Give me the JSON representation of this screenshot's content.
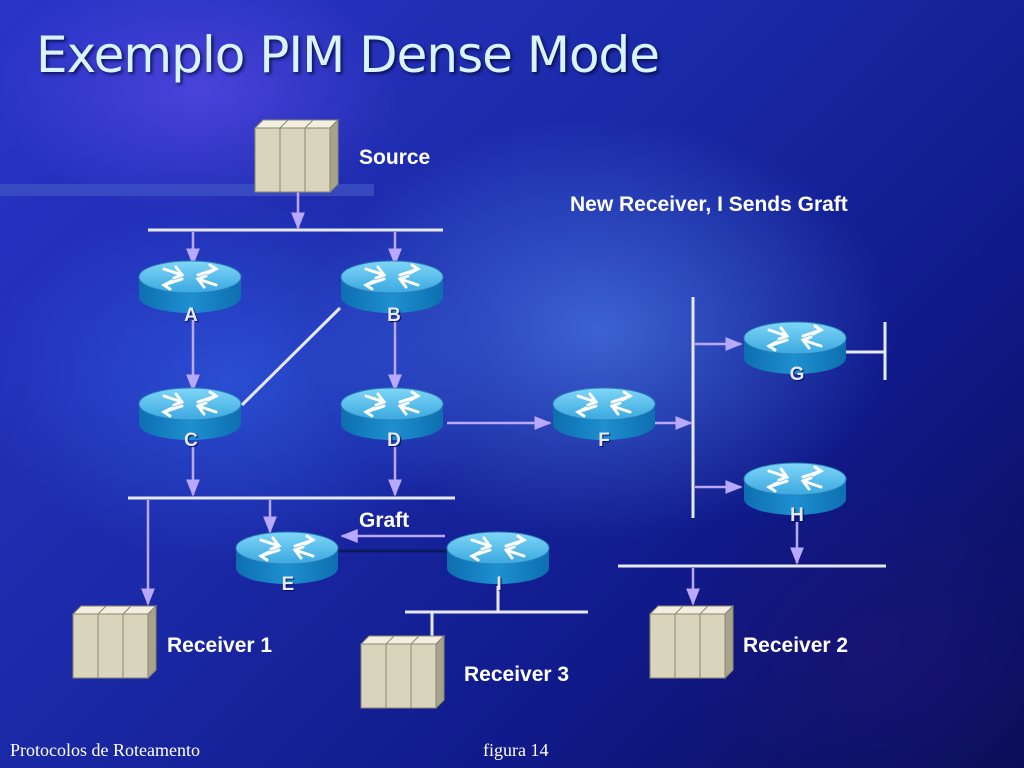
{
  "title": "Exemplo PIM Dense Mode",
  "labels": {
    "source": "Source",
    "event": "New Receiver, I Sends Graft",
    "graft": "Graft",
    "receiver1": "Receiver 1",
    "receiver2": "Receiver 2",
    "receiver3": "Receiver 3"
  },
  "routers": {
    "a": "A",
    "b": "B",
    "c": "C",
    "d": "D",
    "e": "E",
    "f": "F",
    "g": "G",
    "h": "H",
    "i": "I"
  },
  "footer": {
    "left": "Protocolos de Roteamento",
    "center": "figura 14"
  },
  "colors": {
    "router": "#1e8fd0",
    "router_top": "#5cc4f0",
    "link": "#d9dcff",
    "arrow": "#b8a8ff",
    "server": "#d9d4bc"
  }
}
